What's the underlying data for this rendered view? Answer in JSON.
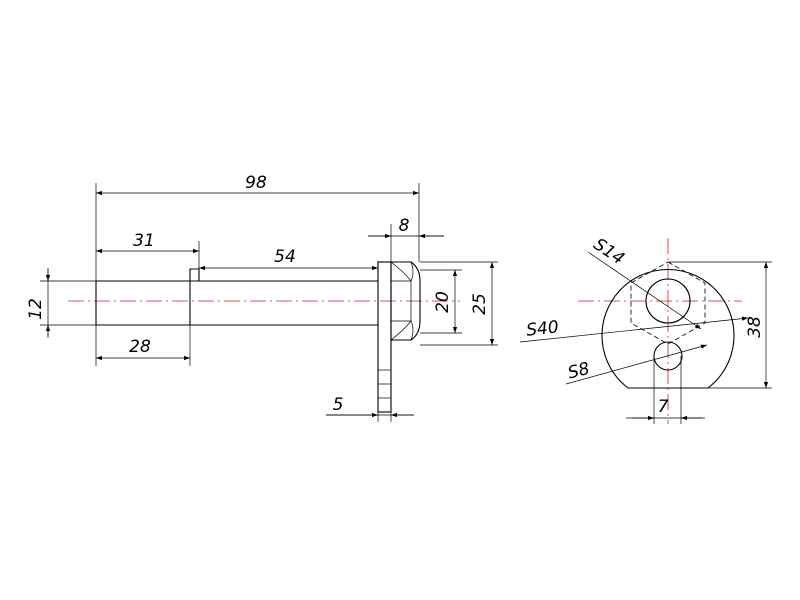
{
  "dimensions": {
    "overall_length": "98",
    "shaft_length": "54",
    "pin_offset": "31",
    "pin_length": "28",
    "pin_diameter": "12",
    "head_thickness": "8",
    "flange_thickness": "5",
    "hex_across_flats": "20",
    "hex_height": "25",
    "hex_width": "S14",
    "bore_diameter": "S40",
    "lower_hole_diameter": "S8",
    "lower_hole_width": "7",
    "end_height": "38"
  },
  "colors": {
    "outline": "#000000",
    "centerline": "#e0141e"
  }
}
